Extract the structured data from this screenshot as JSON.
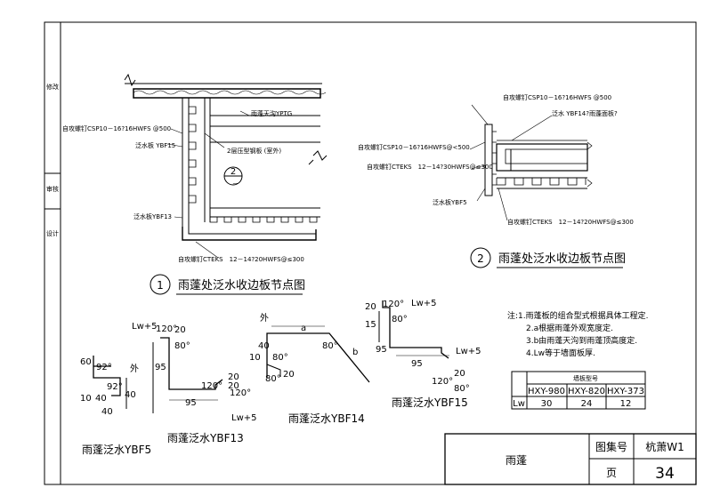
{
  "side_labels": [
    "修改",
    "审核",
    "设计"
  ],
  "detail1": {
    "number": "1",
    "caption": "雨蓬处泛水收边板节点图",
    "labels": [
      "自攻螺钉CSP10－16?16HWFS @500",
      "泛水板 YBF15",
      "雨蓬天沟YPTG",
      "2层压型钢板 (室外)",
      "泛水板YBF13",
      "自攻螺钉CTEKS　12－14?20HWFS@≤300"
    ],
    "section_mark": "2"
  },
  "detail2": {
    "number": "2",
    "caption": "雨蓬处泛水收边板节点图",
    "labels": [
      "自攻螺钉CSP10－16?16HWFS @500",
      "泛水 YBF14?雨蓬面板?",
      "自攻螺钉CSP10－16?16HWFS@<500",
      "自攻螺钉CTEKS　12－14?30HWFS@≤300",
      "泛水板YBF5",
      "自攻螺钉CTEKS　12－14?20HWFS@≤300"
    ]
  },
  "profiles": {
    "ybf5": {
      "caption": "雨蓬泛水YBF5",
      "dims": [
        "60",
        "92°",
        "外",
        "92°",
        "40",
        "10",
        "40",
        "40"
      ]
    },
    "ybf13": {
      "caption": "雨蓬泛水YBF13",
      "dims": [
        "Lw+5",
        "120°",
        "20",
        "80°",
        "95",
        "95",
        "120°",
        "20",
        "20",
        "120°",
        "Lw+5"
      ]
    },
    "ybf14": {
      "caption": "雨蓬泛水YBF14",
      "dims": [
        "外",
        "a",
        "40",
        "80°",
        "b",
        "10",
        "80°",
        "80°",
        "20"
      ]
    },
    "ybf15": {
      "caption": "雨蓬泛水YBF15",
      "dims": [
        "20",
        "120°",
        "Lw+5",
        "15",
        "80°",
        "95",
        "95",
        "Lw+5",
        "120°",
        "20",
        "80°"
      ]
    }
  },
  "notes": [
    "注:1.雨蓬板的组合型式根据具体工程定.",
    "2.a根据雨蓬外观宽度定.",
    "3.b由雨蓬天沟到雨蓬顶高度定.",
    "4.Lw等于墙面板厚."
  ],
  "lw_table": {
    "header": "墙板型号",
    "types": [
      "HXY-980",
      "HXY-820",
      "HXY-373"
    ],
    "row_label": "Lw",
    "values": [
      "30",
      "24",
      "12"
    ]
  },
  "title_block": {
    "name": "雨蓬",
    "atlas_label": "图集号",
    "atlas_value": "杭萧W1",
    "page_label": "页",
    "page_value": "34"
  }
}
